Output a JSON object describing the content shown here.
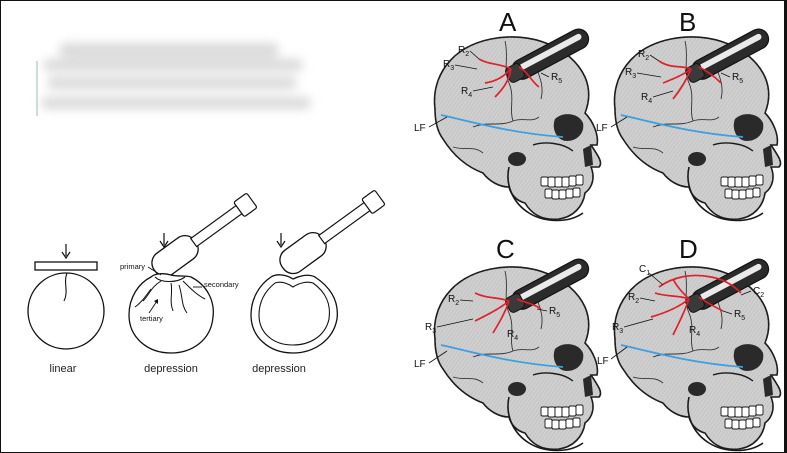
{
  "left_figure": {
    "captions": [
      "linear",
      "depression",
      "depression"
    ],
    "labels": {
      "primary": "primary",
      "secondary": "secondary",
      "tertiary": "tertiary"
    }
  },
  "panels": [
    {
      "letter": "A",
      "labels": {
        "r2": "R2",
        "r3": "R3",
        "r4": "R4",
        "r5": "R5",
        "lf": "LF"
      }
    },
    {
      "letter": "B",
      "labels": {
        "r2": "R2",
        "r3": "R3",
        "r4": "R4",
        "r5": "R5",
        "lf": "LF"
      }
    },
    {
      "letter": "C",
      "labels": {
        "r2": "R2",
        "r3": "R3",
        "r4": "R4",
        "r5": "R5",
        "lf": "LF"
      }
    },
    {
      "letter": "D",
      "labels": {
        "c1": "C1",
        "c2": "C2",
        "r2": "R2",
        "r3": "R3",
        "r4": "R4",
        "r5": "R5",
        "lf": "LF"
      }
    }
  ],
  "colors": {
    "fracture": "#e0202a",
    "suture_lf": "#3aa0e0",
    "skull": "#c9c9c9",
    "outline": "#1a1a1a"
  }
}
